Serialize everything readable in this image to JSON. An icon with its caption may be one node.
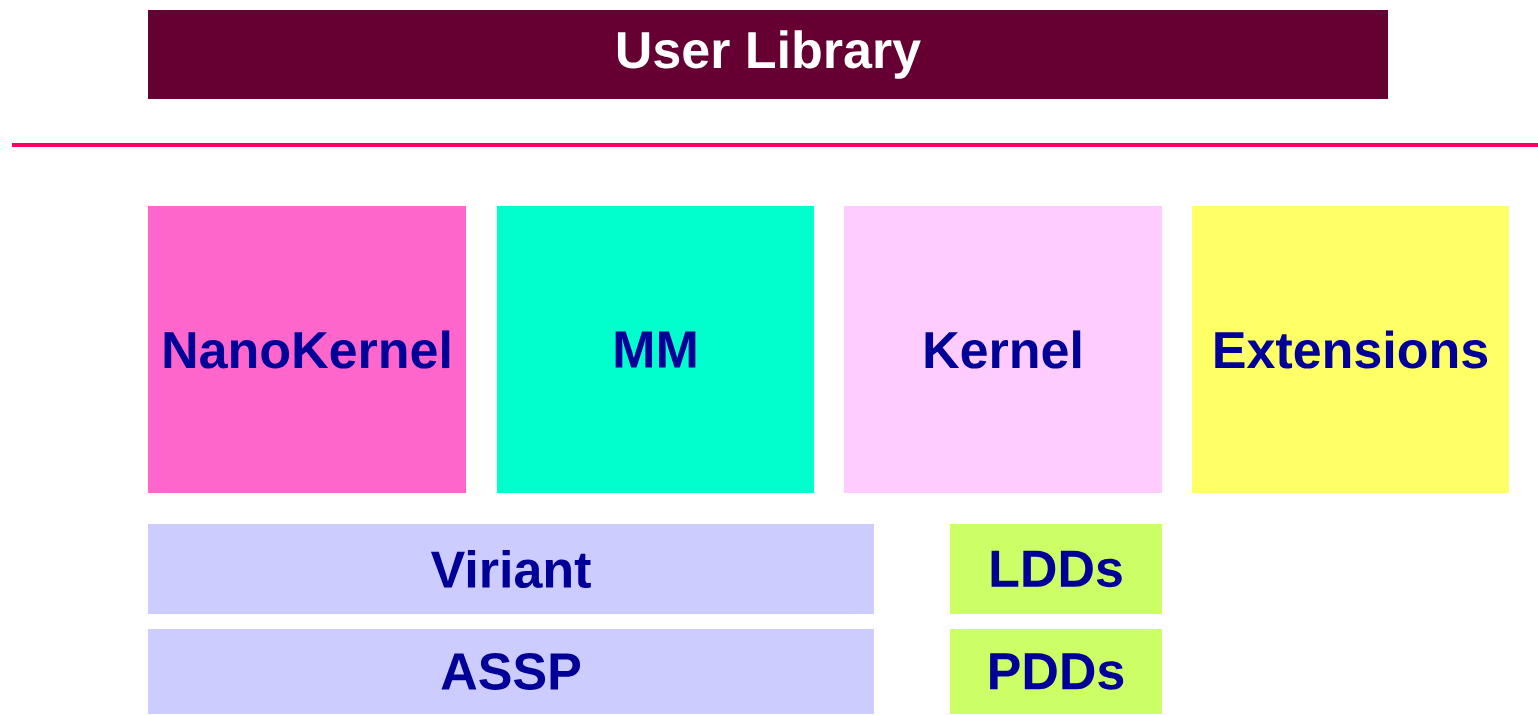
{
  "diagram": {
    "nodes": [
      {
        "text": [
          "User Library"
        ]
      },
      {
        "text": [
          "NanoKernel"
        ]
      },
      {
        "text": [
          "MM"
        ]
      },
      {
        "text": [
          "Kernel"
        ]
      },
      {
        "text": [
          "Extensions"
        ]
      },
      {
        "text": [
          "Viriant"
        ]
      },
      {
        "text": [
          "LDDs"
        ]
      },
      {
        "text": [
          "ASSP"
        ]
      },
      {
        "text": [
          "PDDs"
        ]
      }
    ]
  }
}
